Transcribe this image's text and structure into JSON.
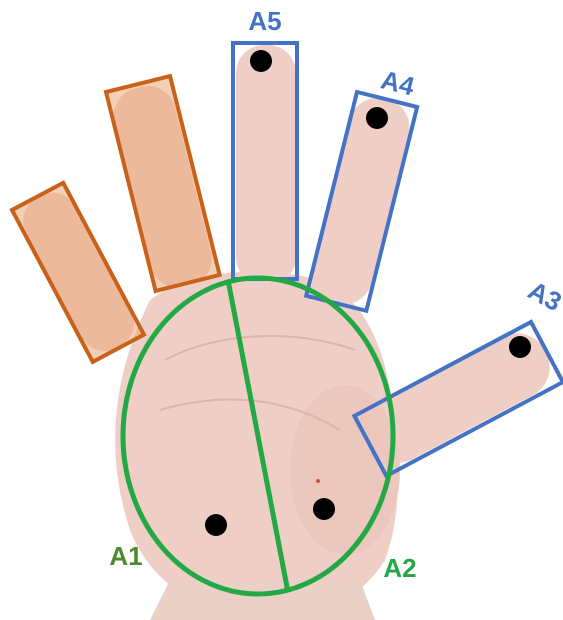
{
  "figure": {
    "colors": {
      "background": "#ffffff",
      "skin": "#efcfc5",
      "skin_shadow": "#e2b8ad",
      "orange_box": "#c8621b",
      "orange_fill": "#e9a978",
      "blue_box": "#4472c4",
      "green_ellipse": "#22a845",
      "label_a1": "#4e8a2e",
      "label_a2": "#22a845",
      "label_blue": "#4472c4",
      "marker": "#000000"
    },
    "icons": {
      "marker": "filled-circle"
    },
    "labels": {
      "a1": "A1",
      "a2": "A2",
      "a3": "A3",
      "a4": "A4",
      "a5": "A5"
    }
  }
}
